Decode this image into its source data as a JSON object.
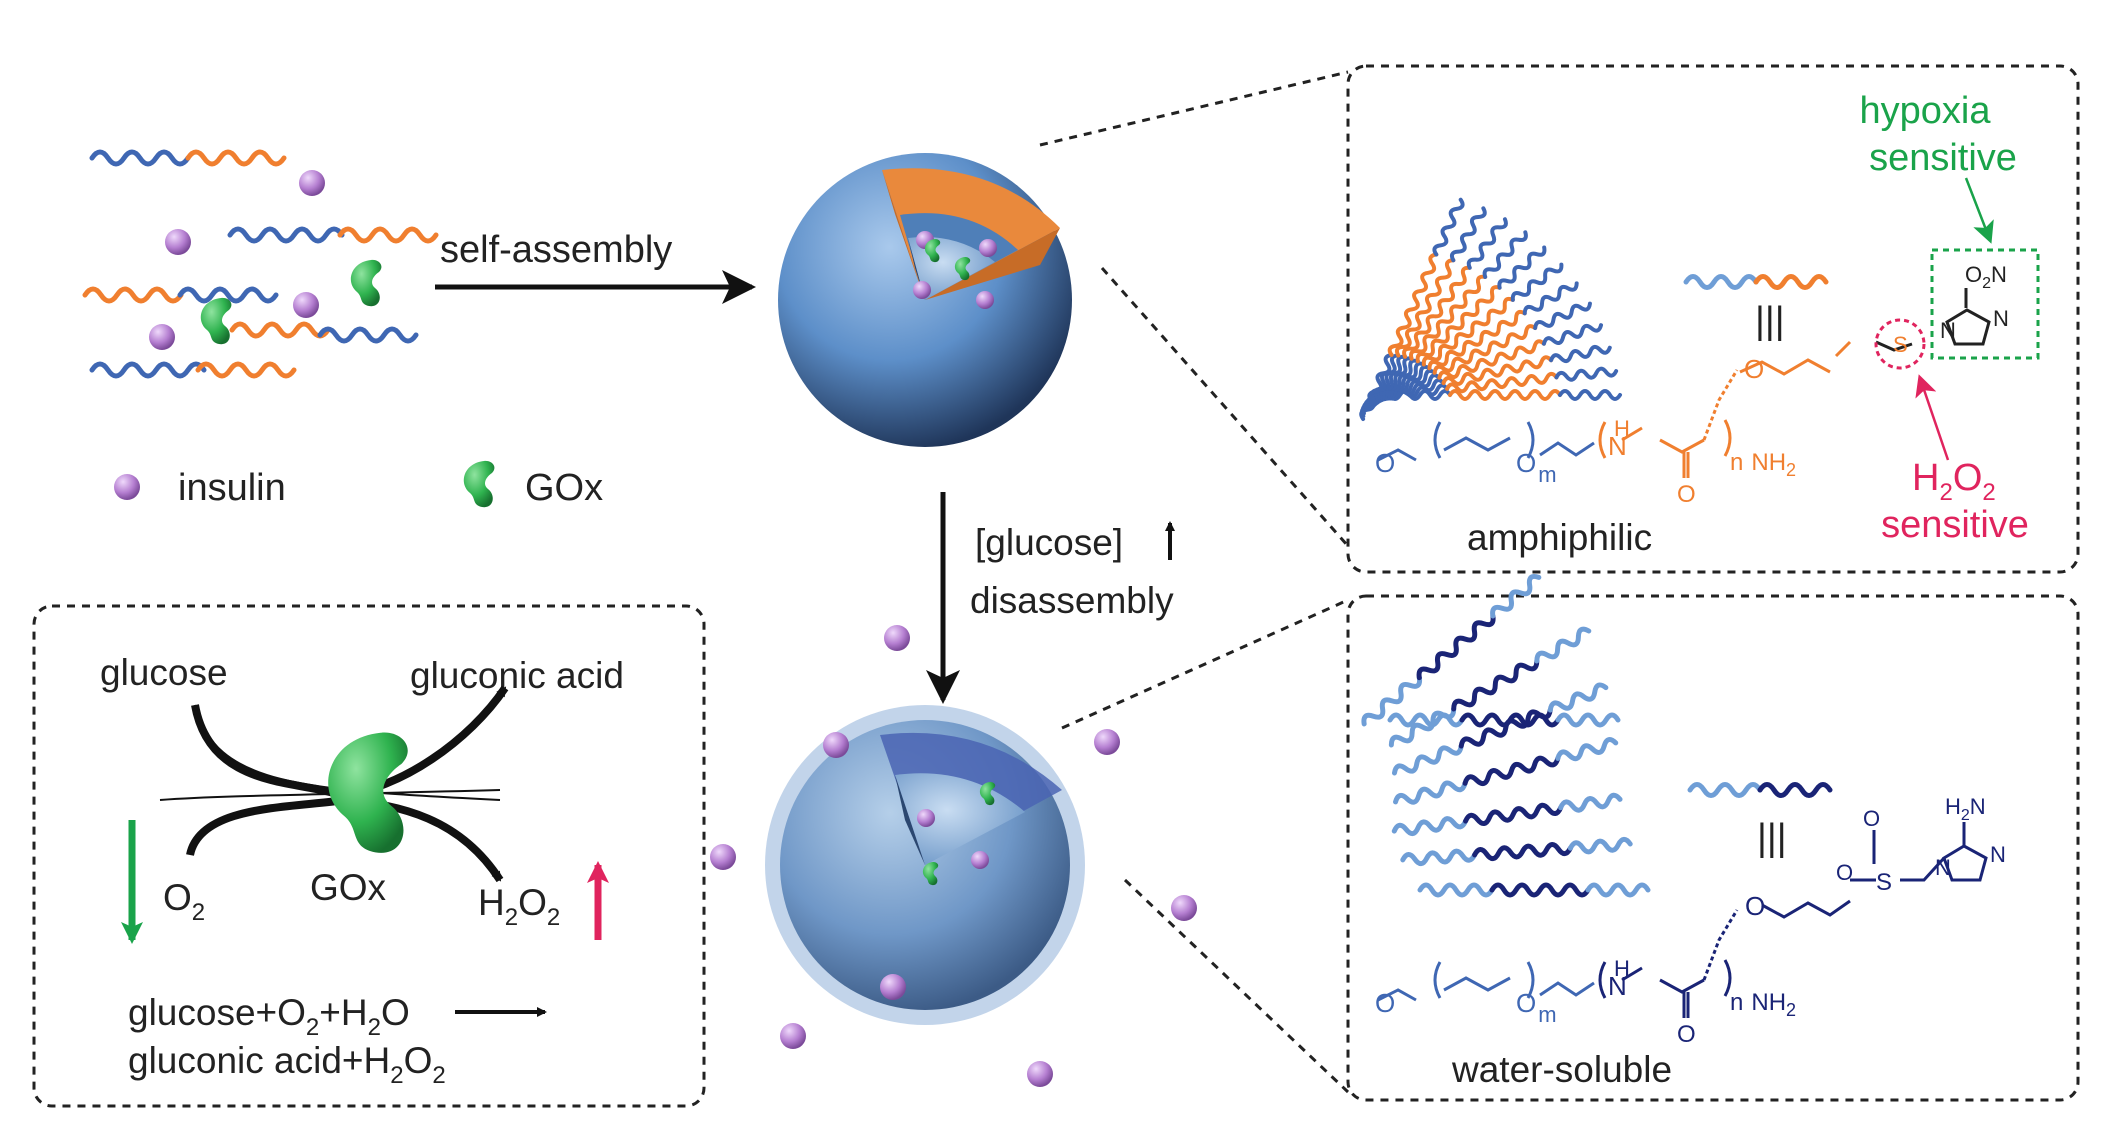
{
  "colors": {
    "blue": "#3f67b3",
    "lightblue": "#6f9ed6",
    "orange": "#f07f2f",
    "navy": "#1a2476",
    "green": "#1aa34a",
    "gox_green": "#2fb34f",
    "pink_red": "#e0245e",
    "insulin_purple": "#b57fd1",
    "sphere_blue": "#5d8fc9",
    "dashed_border": "#222222"
  },
  "legend": {
    "insulin_label": "insulin",
    "gox_label": "GOx"
  },
  "arrows": {
    "self_assembly": "self-assembly",
    "glucose_trigger": "[glucose]",
    "disassembly": "disassembly"
  },
  "reaction_box": {
    "glucose": "glucose",
    "gluconic_acid": "gluconic acid",
    "o2": "O",
    "o2_sub": "2",
    "gox": "GOx",
    "h2o2_h": "H",
    "h2o2_sub1": "2",
    "h2o2_o": "O",
    "h2o2_sub2": "2",
    "eq_line1": {
      "a": "glucose+O",
      "b": "2",
      "c": "+H",
      "d": "2",
      "e": "O"
    },
    "eq_line2": {
      "a": "gluconic acid+H",
      "b": "2",
      "c": "O",
      "d": "2"
    }
  },
  "top_panel": {
    "hypoxia_line1": "hypoxia",
    "hypoxia_line2": "sensitive",
    "h2o2_h": "H",
    "h2o2_sub1": "2",
    "h2o2_o": "O",
    "h2o2_sub2": "2",
    "h2o2_sensitive": "sensitive",
    "equiv": "|||",
    "label": "amphiphilic",
    "no2_o": "O",
    "no2_sub": "2",
    "no2_n": "N",
    "atom_n": "N",
    "atom_s": "S",
    "atom_o": "O",
    "atom_h": "H",
    "atom_nh2": "NH",
    "atom_nh2_sub": "2",
    "sub_m": "m",
    "sub_n": "n"
  },
  "bottom_panel": {
    "equiv": "|||",
    "label": "water-soluble",
    "h2n": "H",
    "h2n_sub": "2",
    "h2n_n": "N",
    "atom_n": "N",
    "atom_s": "S",
    "atom_o": "O",
    "atom_h": "H",
    "atom_nh2": "NH",
    "atom_nh2_sub": "2",
    "sub_m": "m",
    "sub_n": "n"
  }
}
